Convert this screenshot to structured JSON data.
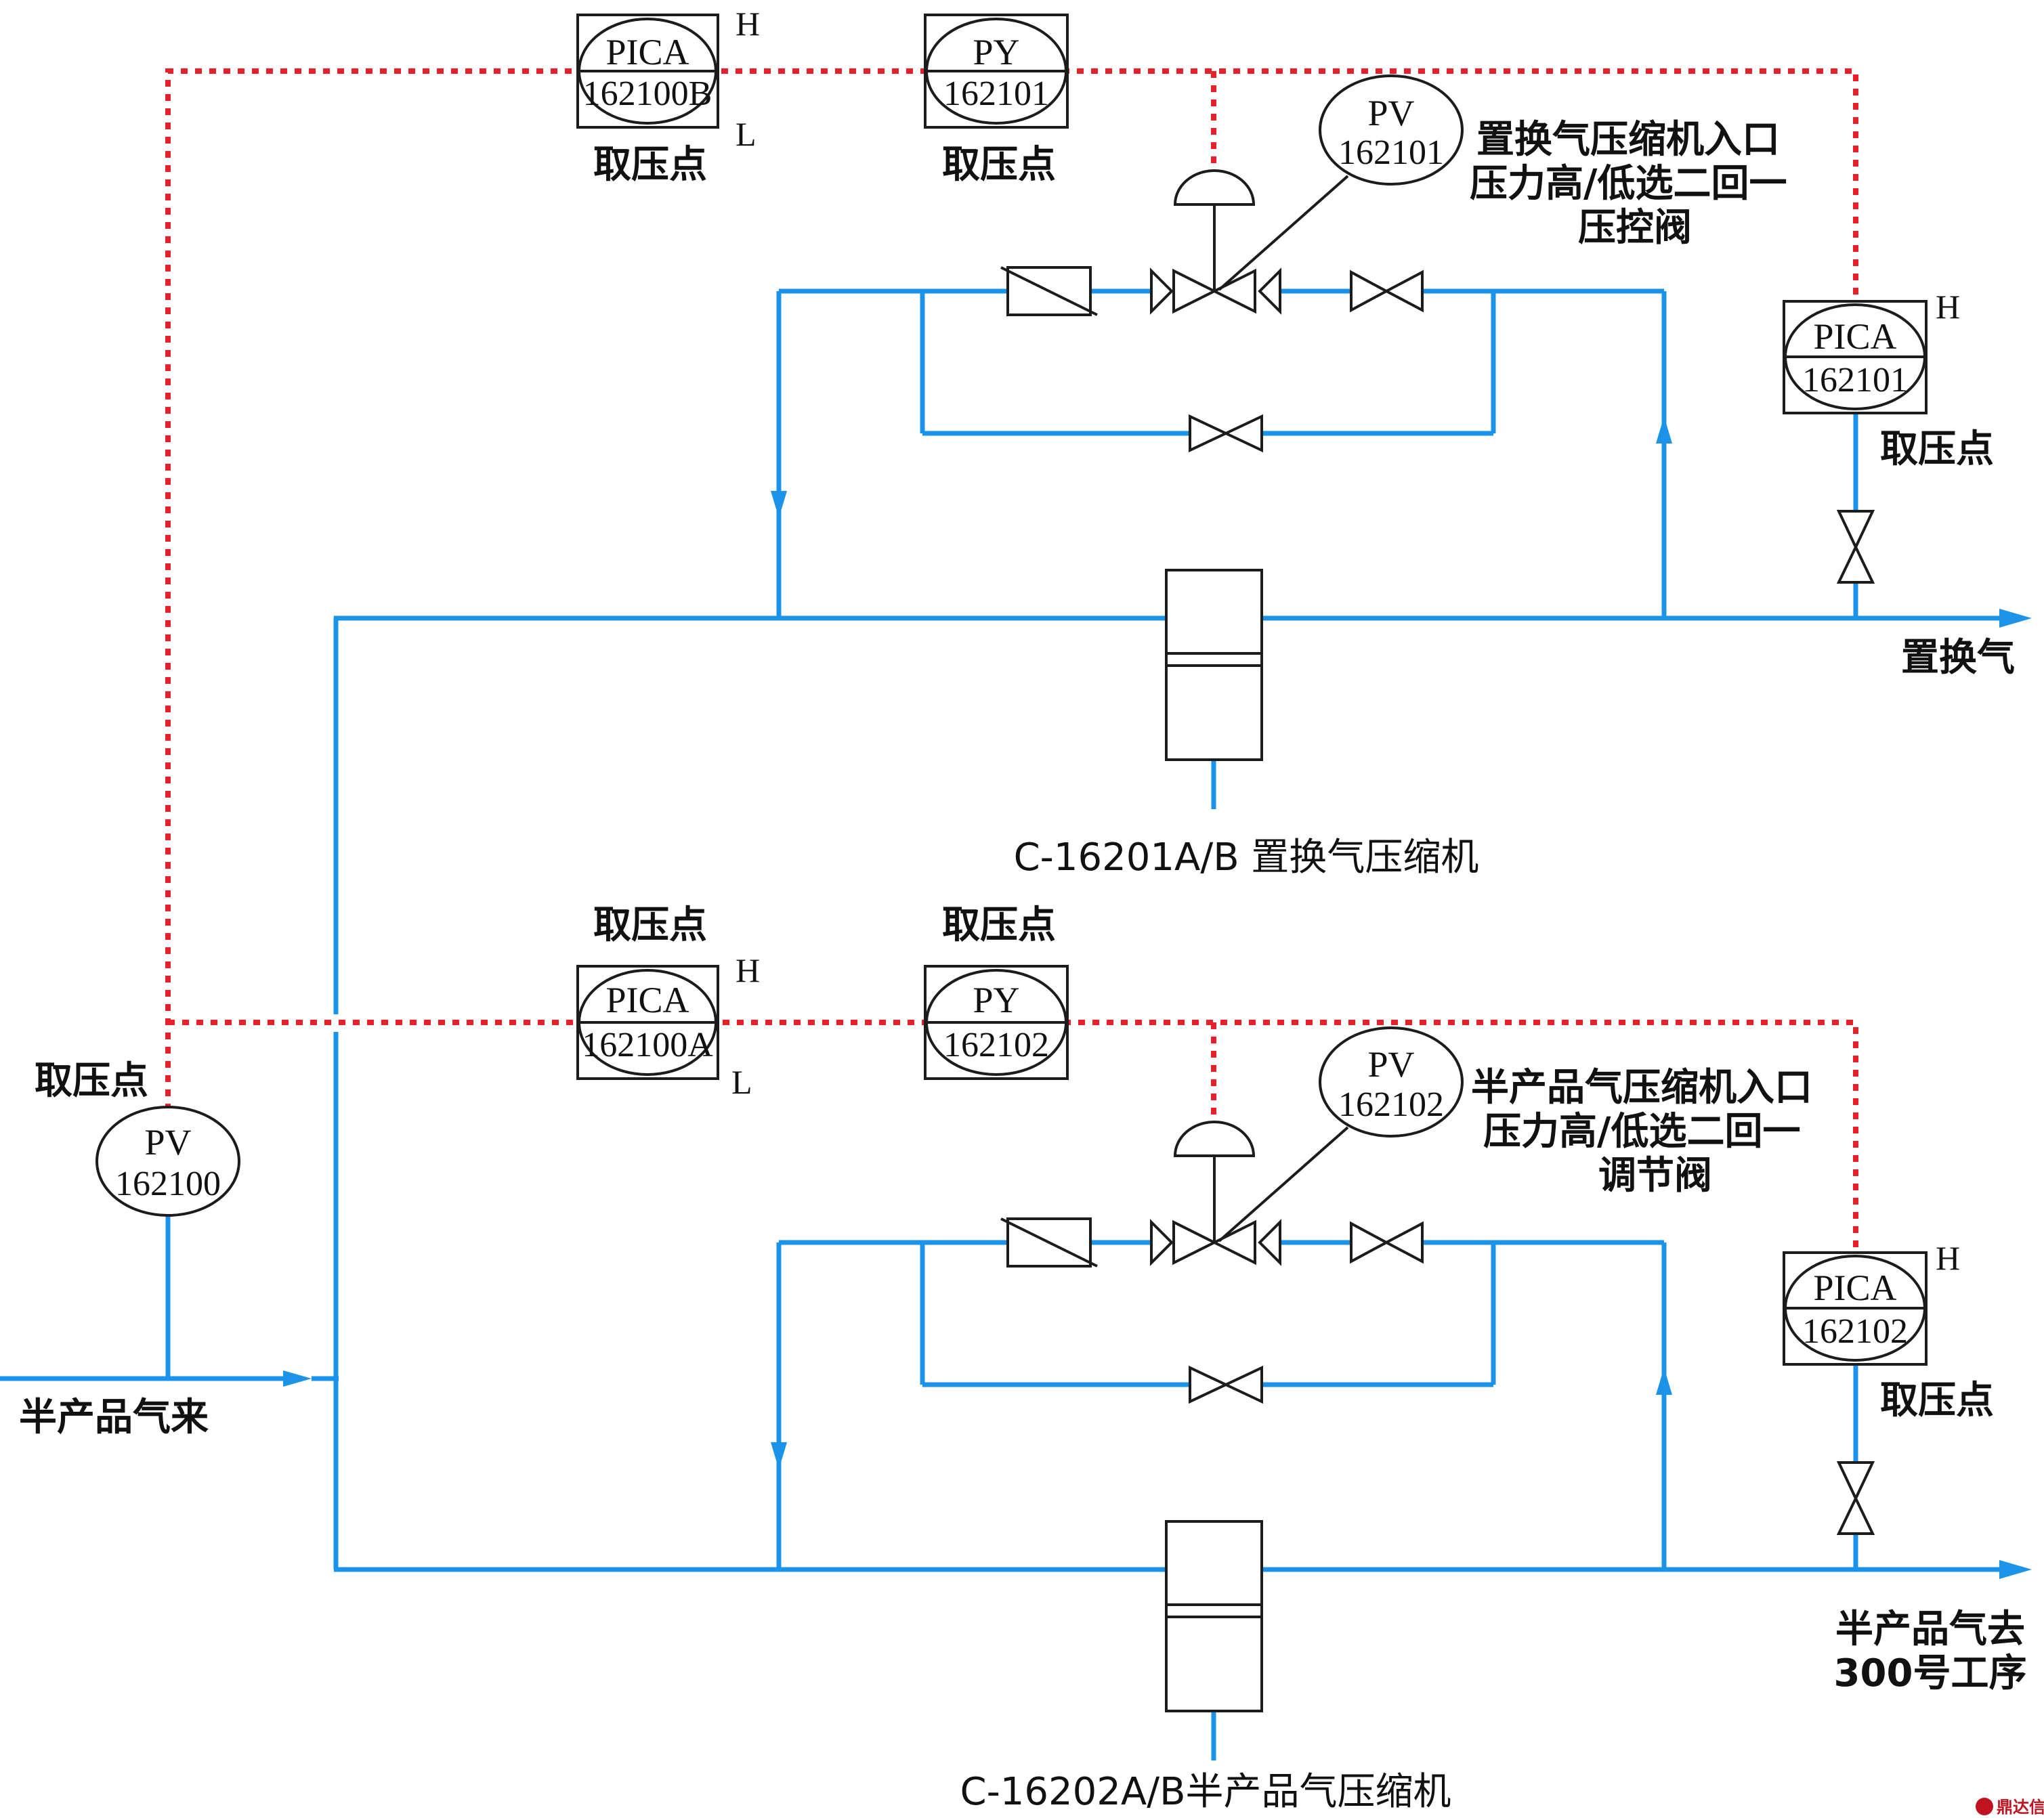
{
  "colors": {
    "pipe": "#1a93e8",
    "signal": "#e8202a",
    "line": "#1c1c1c",
    "watermark": "#c1121f"
  },
  "instruments": {
    "pica_162100b": {
      "tag": "PICA",
      "num": "162100B",
      "hi": "H",
      "lo": "L",
      "tap": "取压点"
    },
    "py_162101": {
      "tag": "PY",
      "num": "162101",
      "tap": "取压点"
    },
    "pv_162101": {
      "tag": "PV",
      "num": "162101",
      "note": [
        "置换气压缩机入口",
        "压力高/低选二回一",
        "压控阀"
      ]
    },
    "pica_162101": {
      "tag": "PICA",
      "num": "162101",
      "hi": "H",
      "tap": "取压点"
    },
    "pica_162100a": {
      "tag": "PICA",
      "num": "162100A",
      "hi": "H",
      "lo": "L",
      "tap": "取压点"
    },
    "py_162102": {
      "tag": "PY",
      "num": "162102",
      "tap": "取压点"
    },
    "pv_162102": {
      "tag": "PV",
      "num": "162102",
      "note": [
        "半产品气压缩机入口",
        "压力高/低选二回一",
        "调节阀"
      ]
    },
    "pica_162102": {
      "tag": "PICA",
      "num": "162102",
      "hi": "H",
      "tap": "取压点"
    },
    "pv_162100": {
      "tag": "PV",
      "num": "162100",
      "tap": "取压点"
    }
  },
  "streams": {
    "inlet": "半产品气来",
    "outlet_upper": "置换气",
    "outlet_lower": [
      "半产品气去",
      "300号工序"
    ]
  },
  "equipment": {
    "compressor_upper": "C-16201A/B 置换气压缩机",
    "compressor_lower": "C-16202A/B半产品气压缩机"
  },
  "watermark": "鼎达信"
}
